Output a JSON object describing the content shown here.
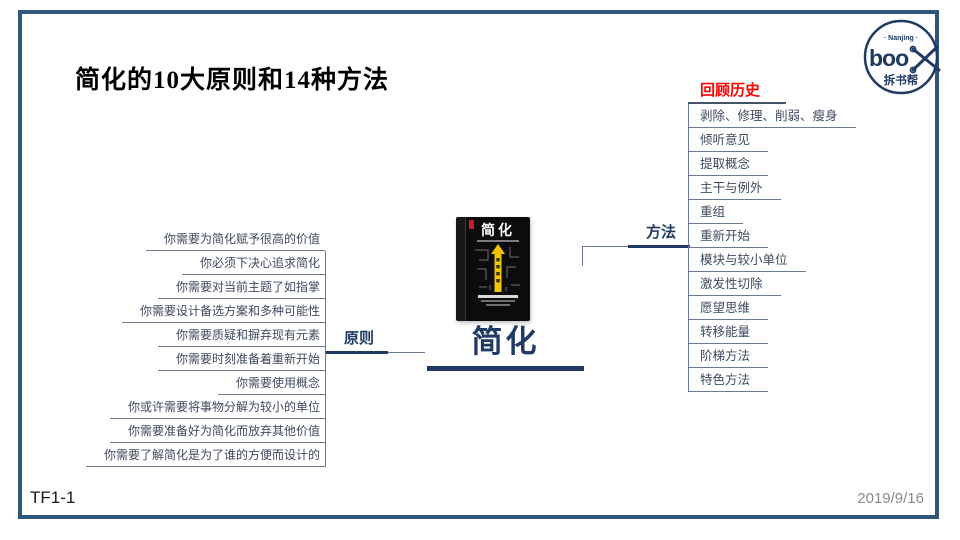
{
  "header": {
    "title": "简化的10大原则和14种方法"
  },
  "logo": {
    "arc_text": "· Nanjing ·",
    "brand_word": "boo",
    "brand_name": "拆书帮"
  },
  "mindmap": {
    "center": {
      "label": "简化",
      "book_cover_title": "简化"
    },
    "principles": {
      "label": "原则",
      "items": [
        "你需要为简化赋予很高的价值",
        "你必须下决心追求简化",
        "你需要对当前主题了如指掌",
        "你需要设计备选方案和多种可能性",
        "你需要质疑和摒弃现有元素",
        "你需要时刻准备着重新开始",
        "你需要使用概念",
        "你或许需要将事物分解为较小的单位",
        "你需要准备好为简化而放弃其他价值",
        "你需要了解简化是为了谁的方便而设计的"
      ]
    },
    "methods": {
      "label": "方法",
      "highlighted_item": "回顾历史",
      "items": [
        "剥除、修理、削弱、瘦身",
        "倾听意见",
        "提取概念",
        "主干与例外",
        "重组",
        "重新开始",
        "模块与较小单位",
        "激发性切除",
        "愿望思维",
        "转移能量",
        "阶梯方法",
        "特色方法"
      ]
    }
  },
  "footer": {
    "left": "TF1-1",
    "right": "2019/9/16"
  },
  "colors": {
    "frame_border": "#2E5779",
    "accent_navy": "#203A64",
    "highlight_red": "#FF0000",
    "line_gray": "#6b7a94",
    "date_gray": "#8a8a8a",
    "arrow_yellow": "#f2c500"
  }
}
